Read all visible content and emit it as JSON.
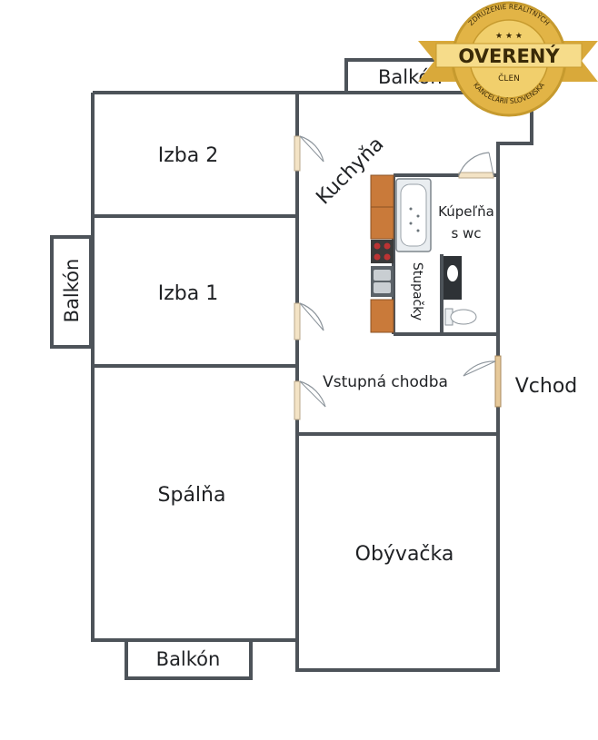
{
  "rooms": {
    "izba2": "Izba 2",
    "izba1": "Izba 1",
    "spalna": "Spálňa",
    "obyvacka": "Obývačka",
    "kuchyna": "Kuchyňa",
    "kupelna_line1": "Kúpeľňa",
    "kupelna_line2": "s wc",
    "stupacky": "Stupačky",
    "chodba": "Vstupná chodba"
  },
  "balconies": {
    "top": "Balkón",
    "left": "Balkón",
    "bottom": "Balkón"
  },
  "entrance": "Vchod",
  "badge": {
    "main": "OVERENÝ",
    "sub": "ČLEN",
    "ring_top": "ZDRUŽENIE REALITNÝCH",
    "ring_bottom": "KANCELÁRIÍ SLOVENSKA",
    "color_gold": "#e2b446",
    "color_inner": "#f1cf6c",
    "color_text": "#3a2a08"
  },
  "colors": {
    "wall": "#4d5359",
    "door": "#f3e3c5",
    "cabinet": "#c97a3a"
  }
}
